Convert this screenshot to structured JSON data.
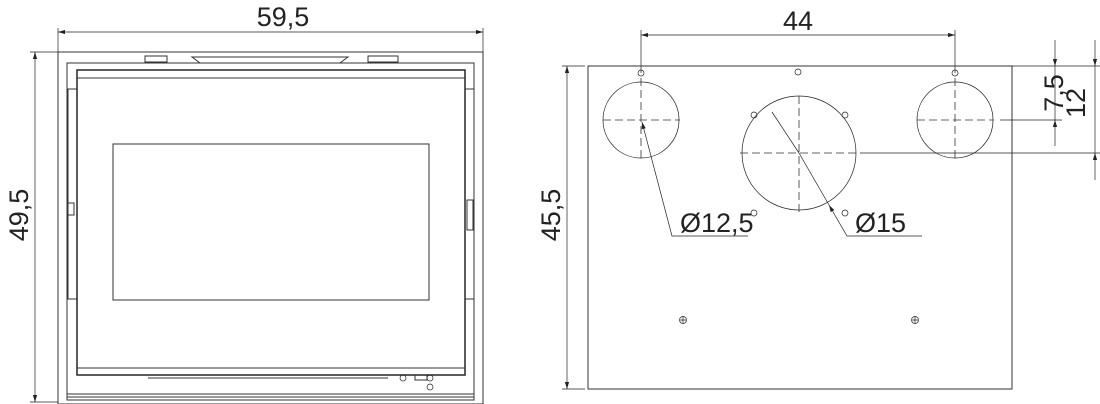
{
  "front_view": {
    "width_dim": "59,5",
    "height_dim": "49,5"
  },
  "rear_view": {
    "hole_spacing_dim": "44",
    "height_dim": "45,5",
    "top_offset_small_dim": "7,5",
    "top_offset_large_dim": "12",
    "small_flue_diameter": "Ø12,5",
    "large_flue_diameter": "Ø15"
  }
}
